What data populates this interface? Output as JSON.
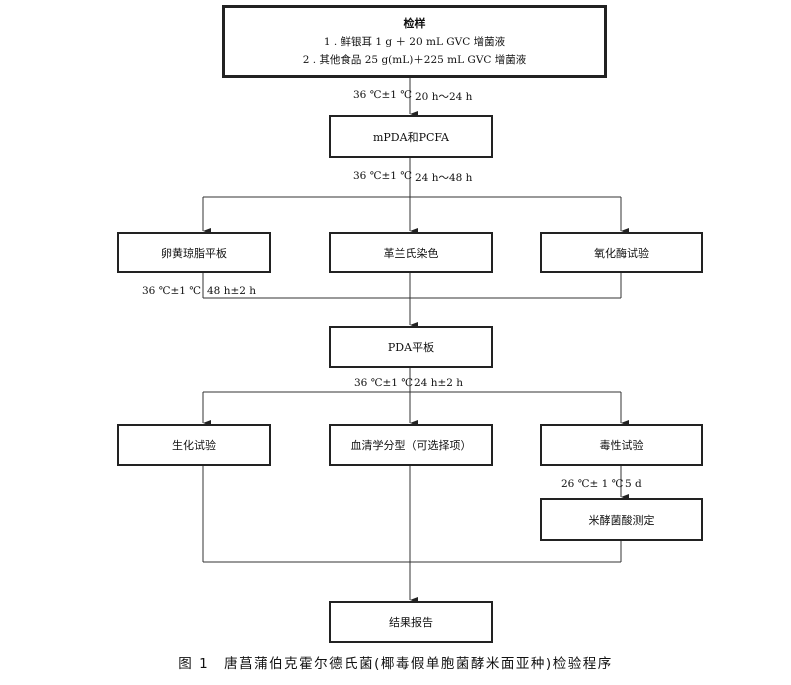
{
  "diagram": {
    "nodes": {
      "sample": {
        "title": "检样",
        "lines": [
          "1 . 鲜银耳 1 g ＋ 20 mL GVC 增菌液",
          "2 . 其他食品 25 g(mL)＋225 mL GVC 增菌液"
        ]
      },
      "mpda": {
        "label": "mPDA和PCFA"
      },
      "egg_yolk": {
        "label": "卵黄琼脂平板"
      },
      "gram": {
        "label": "革兰氏染色"
      },
      "oxidase": {
        "label": "氧化酶试验"
      },
      "pda": {
        "label": "PDA平板"
      },
      "biochem": {
        "label": "生化试验"
      },
      "serotype": {
        "label": "血清学分型（可选择项）"
      },
      "toxicity": {
        "label": "毒性试验"
      },
      "bongkrekic": {
        "label": "米酵菌酸测定"
      },
      "report": {
        "label": "结果报告"
      }
    },
    "conditions": {
      "c1": {
        "temp": "36 ℃±1 ℃",
        "time": "20 h～24 h"
      },
      "c2": {
        "temp": "36 ℃±1 ℃",
        "time": "24 h～48 h"
      },
      "c3": {
        "temp": "36 ℃±1 ℃",
        "time": "48 h±2 h"
      },
      "c4": {
        "temp": "36 ℃±1 ℃",
        "time": "24 h±2 h"
      },
      "c5": {
        "temp": "26 ℃± 1 ℃",
        "time": "5 d"
      }
    },
    "caption": "图 1　唐菖蒲伯克霍尔德氏菌(椰毒假单胞菌酵米面亚种)检验程序"
  }
}
